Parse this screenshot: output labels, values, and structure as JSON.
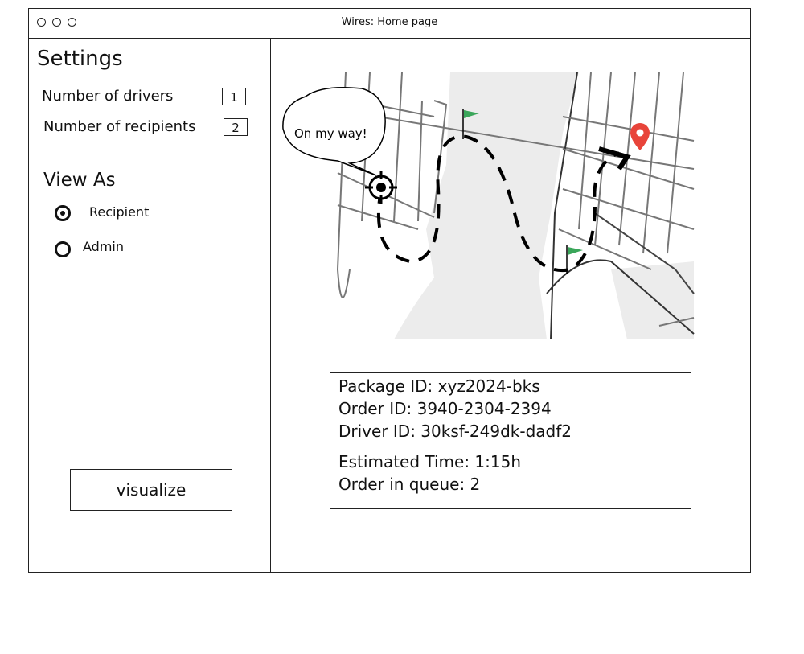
{
  "window": {
    "title": "Wires: Home page"
  },
  "sidebar": {
    "heading": "Settings",
    "drivers_label": "Number of drivers",
    "drivers_value": "1",
    "recipients_label": "Number of recipients",
    "recipients_value": "2",
    "view_as_heading": "View As",
    "view_options": [
      {
        "label": "Recipient",
        "selected": true
      },
      {
        "label": "Admin",
        "selected": false
      }
    ],
    "visualize_label": "visualize"
  },
  "map": {
    "speech_bubble": "On my way!",
    "colors": {
      "flag": "#3aa65a",
      "pin": "#e8443a",
      "water": "#ececec",
      "road": "#777777"
    }
  },
  "info": {
    "package_id": "Package ID: xyz2024-bks",
    "order_id": "Order ID: 3940-2304-2394",
    "driver_id": "Driver ID: 30ksf-249dk-dadf2",
    "estimated_time": "Estimated Time: 1:15h",
    "order_in_queue": "Order in queue: 2"
  }
}
